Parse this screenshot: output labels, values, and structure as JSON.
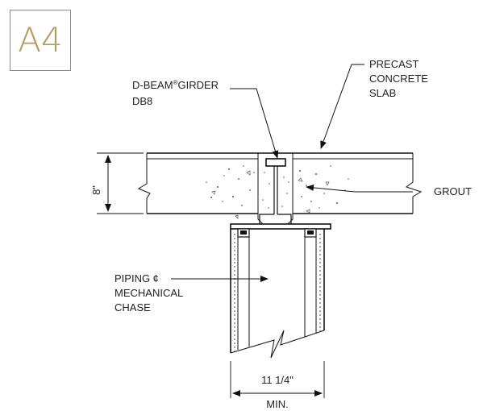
{
  "badge": {
    "label": "A4",
    "color": "#b59a5a"
  },
  "labels": {
    "girder_line1": "D-BEAM",
    "girder_reg": "®",
    "girder_line1b": "GIRDER",
    "girder_line2": "DB8",
    "slab_line1": "PRECAST",
    "slab_line2": "CONCRETE",
    "slab_line3": "SLAB",
    "grout": "GROUT",
    "chase_line1": "PIPING ¢",
    "chase_line2": "MECHANICAL",
    "chase_line3": "CHASE",
    "depth_dim": "8\"",
    "width_dim": "11 1/4\"",
    "width_min": "MIN."
  }
}
